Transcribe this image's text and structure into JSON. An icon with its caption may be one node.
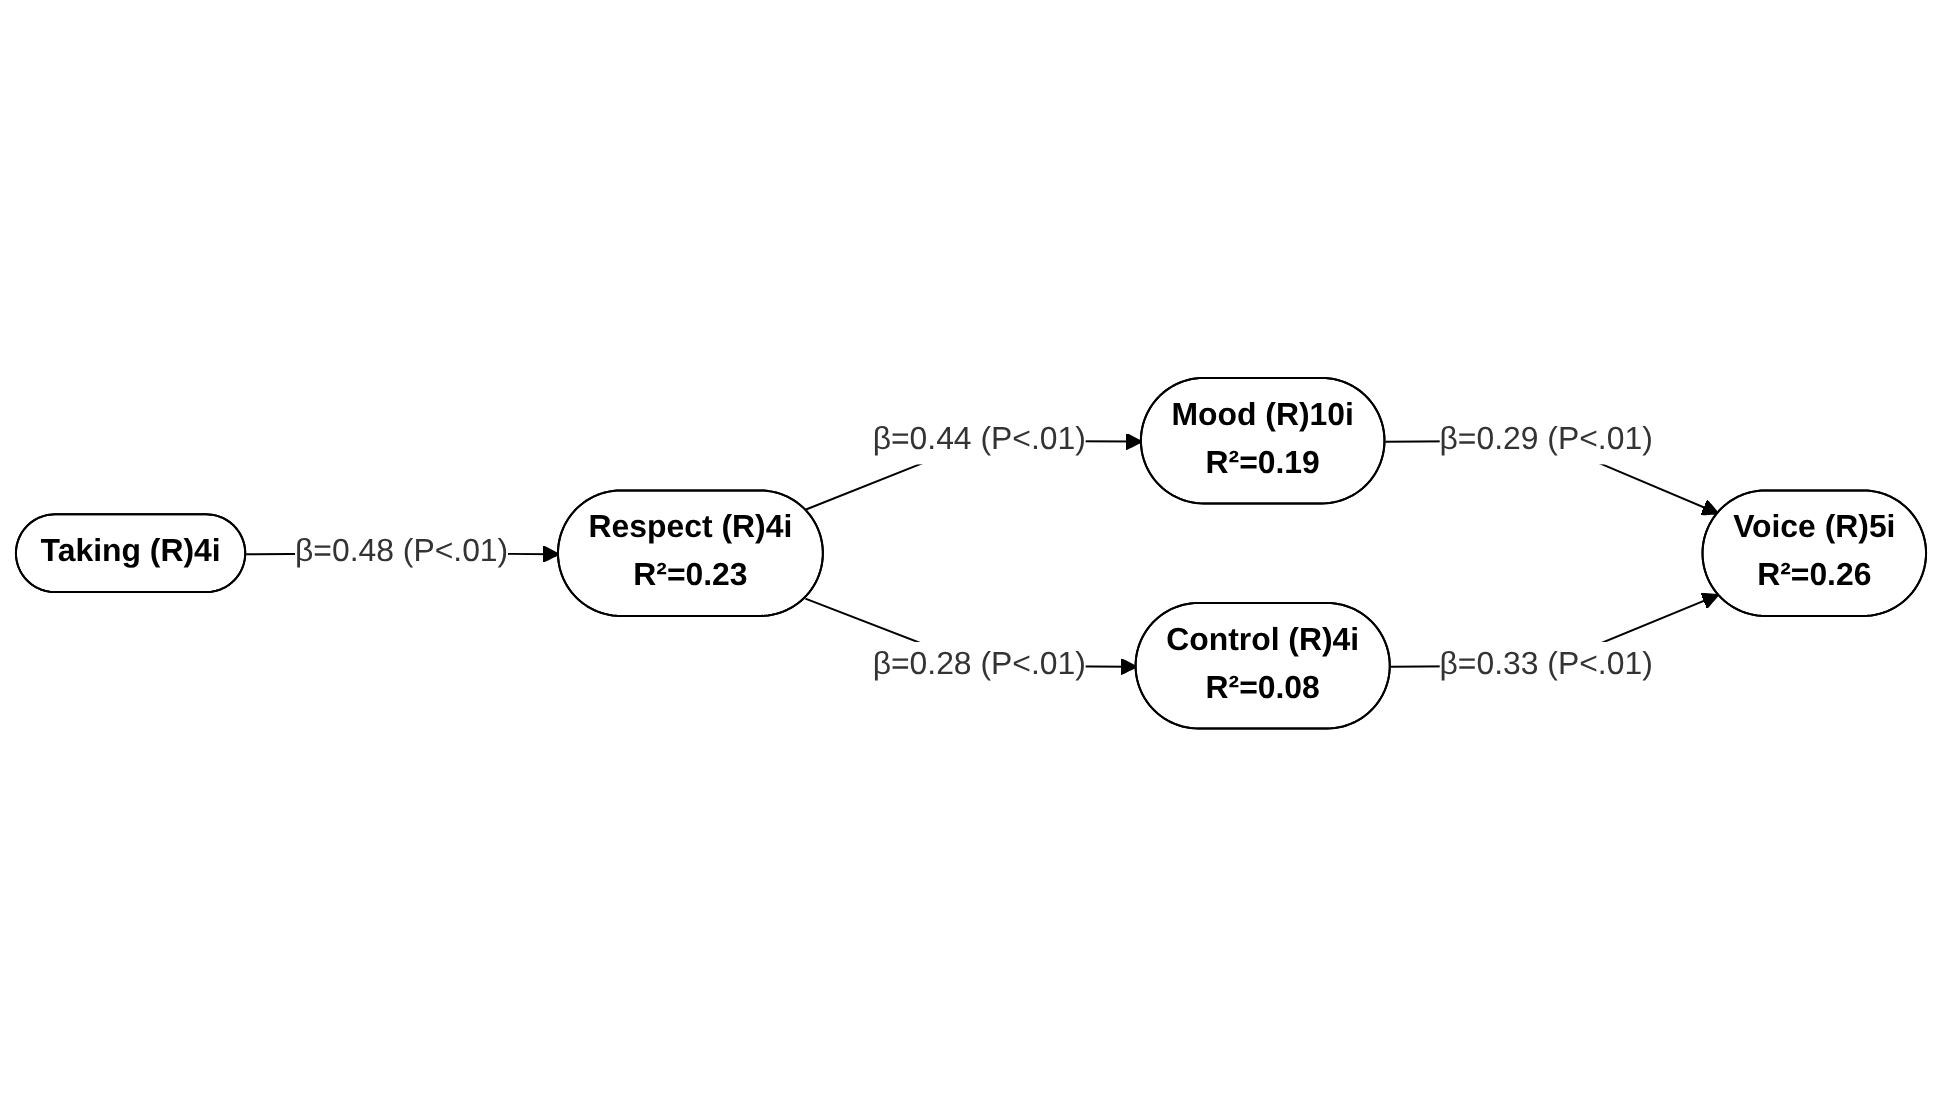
{
  "diagram": {
    "nodes": [
      {
        "text": [
          "Respect (R)4i",
          "R²=0.23"
        ]
      },
      {
        "text": [
          "Mood (R)10i",
          "R²=0.19"
        ]
      },
      {
        "text": [
          "Voice (R)5i",
          "R²=0.26"
        ]
      },
      {
        "text": [
          "Taking (R)4i"
        ]
      },
      {
        "text": [
          "Control (R)4i",
          "R²=0.08"
        ]
      }
    ],
    "edges": [
      {
        "from": 3,
        "to": 0,
        "arrow": "to",
        "label": "β=0.48 (P<.01)"
      },
      {
        "from": 0,
        "to": 1,
        "arrow": "to",
        "label": "β=0.44 (P<.01)"
      },
      {
        "from": 1,
        "to": 2,
        "arrow": "to",
        "label": "β=0.29 (P<.01)"
      },
      {
        "from": 0,
        "to": 4,
        "arrow": "to",
        "label": "β=0.28 (P<.01)"
      },
      {
        "from": 4,
        "to": 2,
        "arrow": "to",
        "label": "β=0.33 (P<.01)"
      }
    ]
  }
}
